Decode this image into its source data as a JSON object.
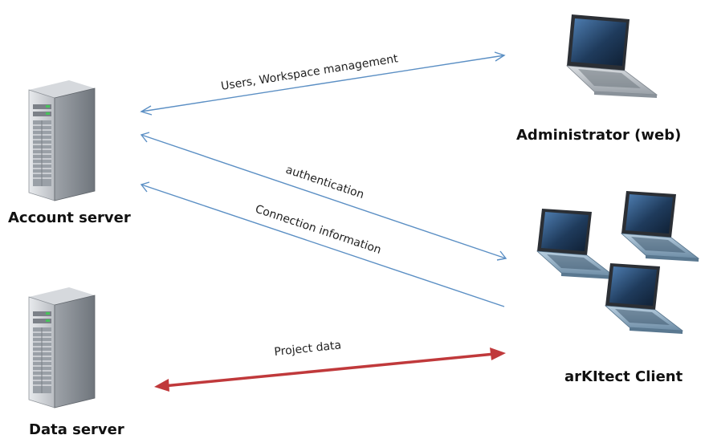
{
  "nodes": {
    "account_server": {
      "label": "Account server",
      "icon": "server-tower-icon"
    },
    "data_server": {
      "label": "Data server",
      "icon": "server-tower-icon"
    },
    "administrator": {
      "label": "Administrator (web)",
      "icon": "laptop-icon"
    },
    "client": {
      "label": "arKItect Client",
      "icon": "laptop-group-icon"
    }
  },
  "edges": {
    "users_workspace": {
      "label": "Users, Workspace management",
      "direction": "bidirectional",
      "color": "#5b8fc4"
    },
    "authentication": {
      "label": "authentication",
      "direction": "bidirectional",
      "color": "#5b8fc4"
    },
    "connection_info": {
      "label": "Connection information",
      "direction": "to-account-server",
      "color": "#5b8fc4"
    },
    "project_data": {
      "label": "Project data",
      "direction": "bidirectional",
      "color": "#c0393b"
    }
  },
  "colors": {
    "blue_link": "#5b8fc4",
    "red_link": "#c0393b",
    "server_body": "#c9ccd0",
    "laptop_screen": "#2c4a6e"
  }
}
